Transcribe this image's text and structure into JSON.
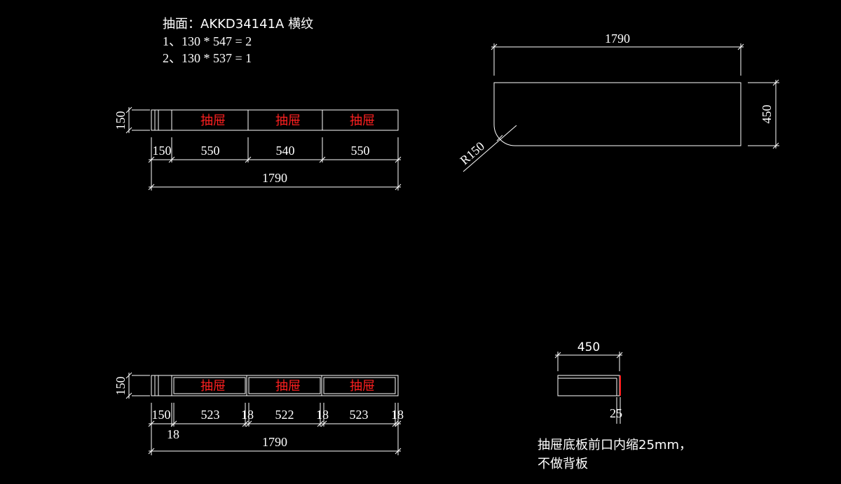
{
  "notes": {
    "header_line1": "抽面：AKKD34141A  横纹",
    "header_line2": "1、130 * 547 = 2",
    "header_line3": "2、130 * 537 = 1",
    "footer_line1": "抽屉底板前口内缩25mm，",
    "footer_line2": "不做背板"
  },
  "drawer_label": "抽屉",
  "view_top": {
    "height_dim": "150",
    "dims": [
      "150",
      "550",
      "540",
      "550"
    ],
    "total": "1790"
  },
  "view_bottom": {
    "height_dim": "150",
    "dims": [
      "150",
      "523",
      "18",
      "522",
      "18",
      "523",
      "18"
    ],
    "sub_dim": "18",
    "total": "1790"
  },
  "plan_view": {
    "width_dim": "1790",
    "depth_dim": "450",
    "radius": "R150"
  },
  "side_view": {
    "width_dim": "450",
    "inset_dim": "25"
  },
  "colors": {
    "background": "#000000",
    "line": "#ffffff",
    "accent": "#ff2020"
  }
}
